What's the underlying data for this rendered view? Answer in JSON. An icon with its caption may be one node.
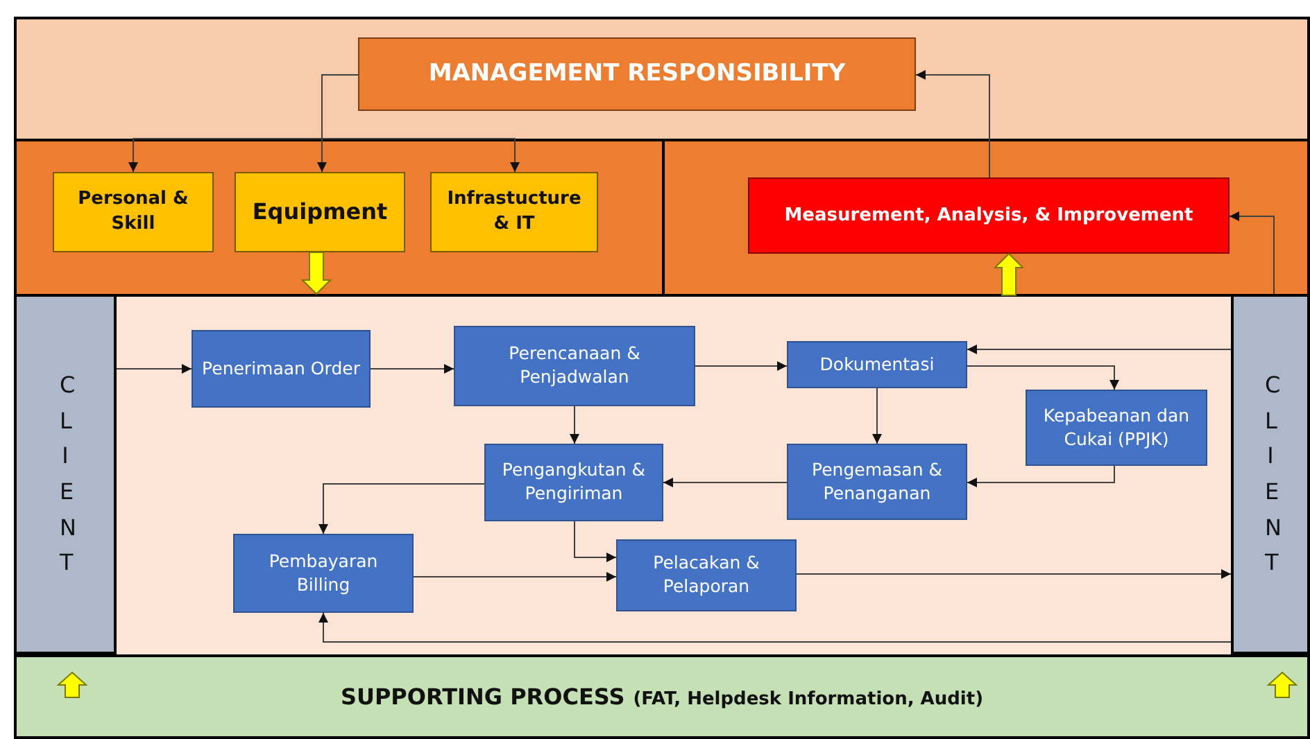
{
  "diagram": {
    "nodes": [
      {
        "text": [
          "MANAGEMENT RESPONSIBILITY"
        ]
      },
      {
        "text": [
          "Personal & Skill"
        ]
      },
      {
        "text": [
          "Equipment"
        ]
      },
      {
        "text": [
          "Infrastucture & IT"
        ]
      },
      {
        "text": [
          "Measurement, Analysis, & Improvement"
        ]
      },
      {
        "text": [
          "CLIENT"
        ]
      },
      {
        "text": [
          "Penerimaan Order"
        ]
      },
      {
        "text": [
          "Perencanaan & Penjadwalan"
        ]
      },
      {
        "text": [
          "Dokumentasi"
        ]
      },
      {
        "text": [
          "Kepabeanan dan Cukai (PPJK)"
        ]
      },
      {
        "text": [
          "Pengangkutan & Pengiriman"
        ]
      },
      {
        "text": [
          "Pengemasan & Penanganan"
        ]
      },
      {
        "text": [
          "Pembayaran Billing"
        ]
      },
      {
        "text": [
          "Pelacakan & Pelaporan"
        ]
      },
      {
        "text": [
          "CLIENT"
        ]
      },
      {
        "text": [
          "SUPPORTING PROCESS",
          "(FAT, Helpdesk Information, Audit)"
        ]
      }
    ],
    "edges": [
      {
        "from": 0,
        "to": 1,
        "arrow": "to"
      },
      {
        "from": 0,
        "to": 2,
        "arrow": "to"
      },
      {
        "from": 0,
        "to": 3,
        "arrow": "to"
      },
      {
        "from": 4,
        "to": 0,
        "arrow": "to"
      },
      {
        "from": 14,
        "to": 4,
        "arrow": "to"
      },
      {
        "from": 5,
        "to": 6,
        "arrow": "to"
      },
      {
        "from": 6,
        "to": 7,
        "arrow": "to"
      },
      {
        "from": 7,
        "to": 8,
        "arrow": "to"
      },
      {
        "from": 14,
        "to": 8,
        "arrow": "to"
      },
      {
        "from": 8,
        "to": 9,
        "arrow": "to"
      },
      {
        "from": 8,
        "to": 11,
        "arrow": "to"
      },
      {
        "from": 9,
        "to": 11,
        "arrow": "to"
      },
      {
        "from": 11,
        "to": 10,
        "arrow": "to"
      },
      {
        "from": 7,
        "to": 10,
        "arrow": "to"
      },
      {
        "from": 10,
        "to": 12,
        "arrow": "to"
      },
      {
        "from": 10,
        "to": 13,
        "arrow": "to"
      },
      {
        "from": 12,
        "to": 13,
        "arrow": "to"
      },
      {
        "from": 13,
        "to": 14,
        "arrow": "to"
      },
      {
        "from": 14,
        "to": 12,
        "arrow": "to"
      },
      {
        "from": 2,
        "to": null,
        "arrow": "to",
        "style": "thick",
        "color": "#ffff00"
      },
      {
        "from": null,
        "to": 4,
        "arrow": "to",
        "style": "thick",
        "color": "#ffff00"
      }
    ]
  }
}
